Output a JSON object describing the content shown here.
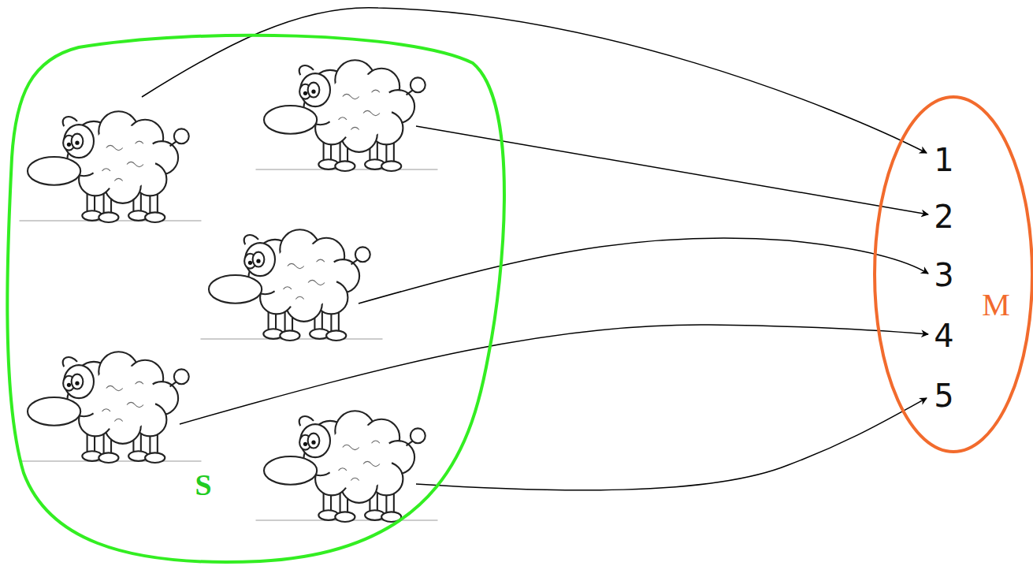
{
  "diagram": {
    "nodes": [
      {
        "text": [
          "S"
        ]
      },
      {
        "text": [
          "M"
        ]
      }
    ],
    "labels": [
      "1",
      "2",
      "3",
      "4",
      "5"
    ]
  }
}
